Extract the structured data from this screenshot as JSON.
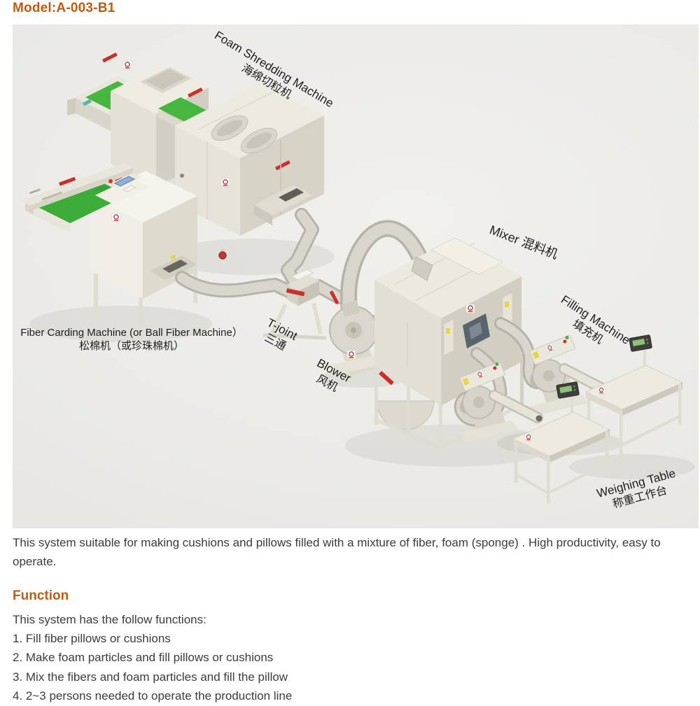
{
  "page": {
    "title": "Model:A-003-B1"
  },
  "diagram": {
    "labels": {
      "foam_shredding": {
        "en": "Foam Shredding Machine",
        "zh": "海绵切粒机"
      },
      "fiber_carding": {
        "en": "Fiber Carding Machine (or Ball Fiber Machine）",
        "zh": "松棉机（或珍珠棉机）"
      },
      "t_joint": {
        "en": "T-joint",
        "zh": "三通"
      },
      "blower": {
        "en": "Blower",
        "zh": "风机"
      },
      "mixer": {
        "en": "Mixer 混料机"
      },
      "filling": {
        "en": "Filling Machine",
        "zh": "填充机"
      },
      "weighing": {
        "en": "Weighing Table",
        "zh": "称重工作台"
      }
    },
    "colors": {
      "accent_orange": "#C65910",
      "body_text": "#3C3C3C",
      "figure_background": "#EAE8E5",
      "machine_cream": "#E9E6DB",
      "belt_green": "#3FAE3A",
      "warning_red": "#C9302A",
      "pipe_gray": "#D8D5CD",
      "screen_blue": "#8CB0DC",
      "lcd_green": "#8FC077"
    }
  },
  "description": "This system suitable for making cushions and pillows filled with a mixture of fiber, foam (sponge) . High productivity, easy to operate.",
  "function_section": {
    "heading": "Function",
    "intro": "This system has the follow functions:",
    "items": [
      "1. Fill fiber pillows or cushions",
      "2. Make foam particles and fill pillows or cushions",
      "3. Mix the fibers and foam particles and fill the pillow",
      "4. 2~3 persons needed to operate the production line"
    ]
  }
}
